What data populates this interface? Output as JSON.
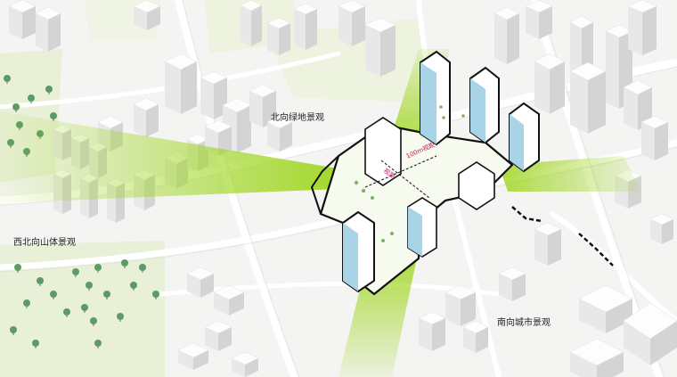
{
  "labels": {
    "north": "北向绿地景观",
    "northwest": "西北向山体景观",
    "south": "南向城市景观"
  },
  "dimensions": {
    "span_a": "100m视距",
    "span_b": "视距"
  },
  "colors": {
    "ground": "#f4f4f2",
    "park": "#e9f0d8",
    "road": "#ffffff",
    "building_top": "#fdfdfd",
    "building_left": "#e8e8e8",
    "building_right": "#d4d4d4",
    "view_cone": "#a8dc2a",
    "tower_glass": "#a9d3e6",
    "outline": "#111111",
    "tree": "#5e9a66",
    "dimension": "#c2185b"
  }
}
